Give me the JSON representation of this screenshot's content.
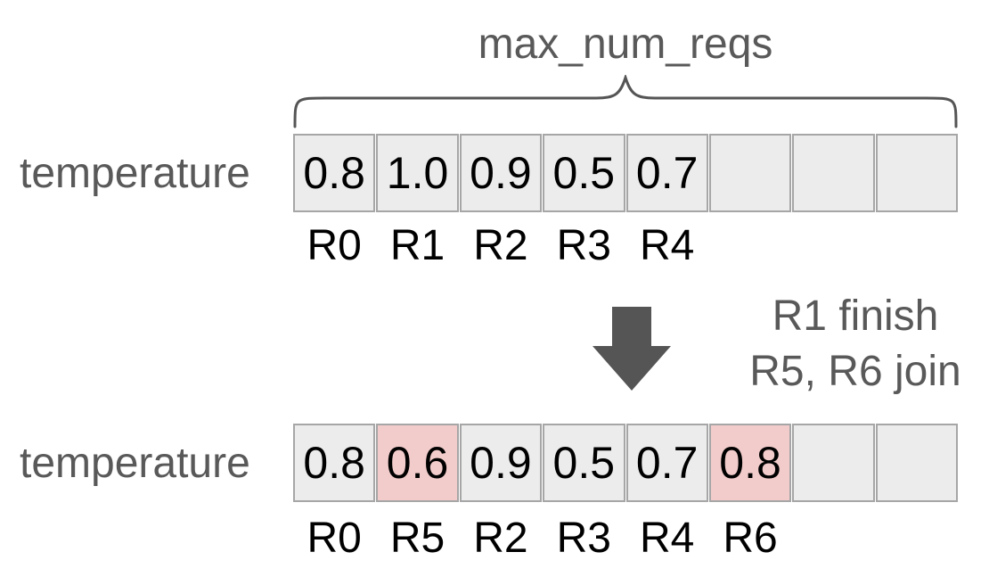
{
  "colors": {
    "background": "#ffffff",
    "cell_bg": "#ececec",
    "cell_highlight": "#f2cccb",
    "cell_border": "#a6a6a6",
    "muted_text": "#595959",
    "value_text": "#000000",
    "arrow": "#555555"
  },
  "title": "max_num_reqs",
  "rows": [
    {
      "label": "temperature",
      "cells": [
        "0.8",
        "1.0",
        "0.9",
        "0.5",
        "0.7",
        "",
        "",
        ""
      ],
      "highlighted": [],
      "req_labels": [
        "R0",
        "R1",
        "R2",
        "R3",
        "R4",
        "",
        "",
        ""
      ]
    },
    {
      "label": "temperature",
      "cells": [
        "0.8",
        "0.6",
        "0.9",
        "0.5",
        "0.7",
        "0.8",
        "",
        ""
      ],
      "highlighted": [
        1,
        5
      ],
      "req_labels": [
        "R0",
        "R5",
        "R2",
        "R3",
        "R4",
        "R6",
        "",
        ""
      ]
    }
  ],
  "transition": {
    "arrow_icon": "down-block-arrow",
    "lines": [
      "R1 finish",
      "R5, R6 join"
    ]
  }
}
